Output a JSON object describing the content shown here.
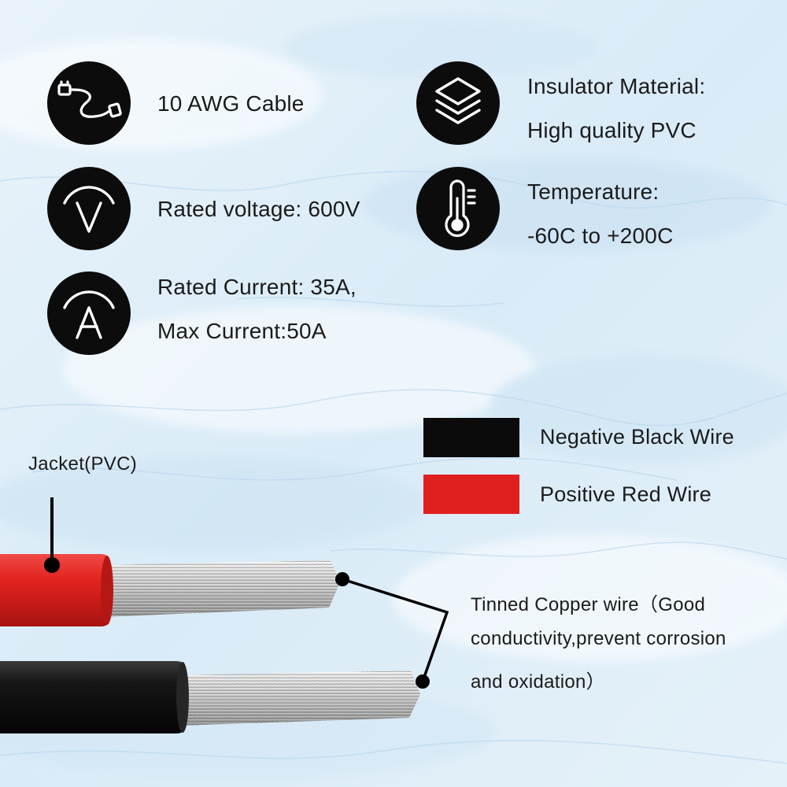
{
  "specs": {
    "cable": "10 AWG Cable",
    "voltage": "Rated voltage: 600V",
    "current_line1": "Rated Current: 35A,",
    "current_line2": "Max Current:50A",
    "insulator_line1": "Insulator Material:",
    "insulator_line2": "High quality PVC",
    "temperature_line1": "Temperature:",
    "temperature_line2": "-60C to +200C"
  },
  "icons": {
    "cable": "cable-plug-icon",
    "voltage": "voltmeter-icon",
    "current": "ammeter-icon",
    "insulator": "layers-icon",
    "temperature": "thermometer-icon"
  },
  "legend": {
    "black_label": "Negative Black Wire",
    "red_label": "Positive Red Wire",
    "black_color": "#0b0b0b",
    "red_color": "#e0201f"
  },
  "callouts": {
    "jacket": "Jacket(PVC)",
    "copper_line1": "Tinned Copper wire（Good",
    "copper_line2": "conductivity,prevent corrosion",
    "copper_line3": "and oxidation）"
  },
  "colors": {
    "background": "#dfeef8",
    "red_jacket": "#e0201f",
    "black_jacket": "#161616",
    "copper_strands": "#c9c9c9"
  }
}
